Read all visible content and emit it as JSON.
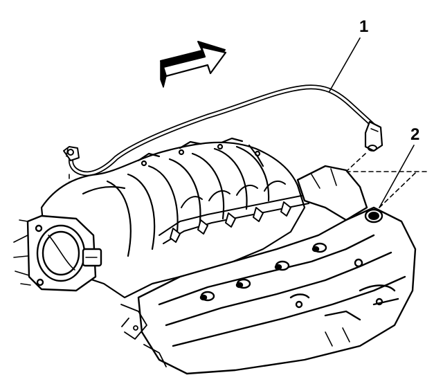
{
  "callouts": {
    "c1": "1",
    "c2": "2"
  },
  "colors": {
    "ink": "#000000",
    "paper": "#ffffff"
  },
  "parts": [
    {
      "callout": "1",
      "icon": "pcv-hose-icon"
    },
    {
      "callout": "2",
      "icon": "valve-cover-port-icon"
    }
  ],
  "indicators": [
    {
      "icon": "direction-arrow-icon"
    }
  ]
}
